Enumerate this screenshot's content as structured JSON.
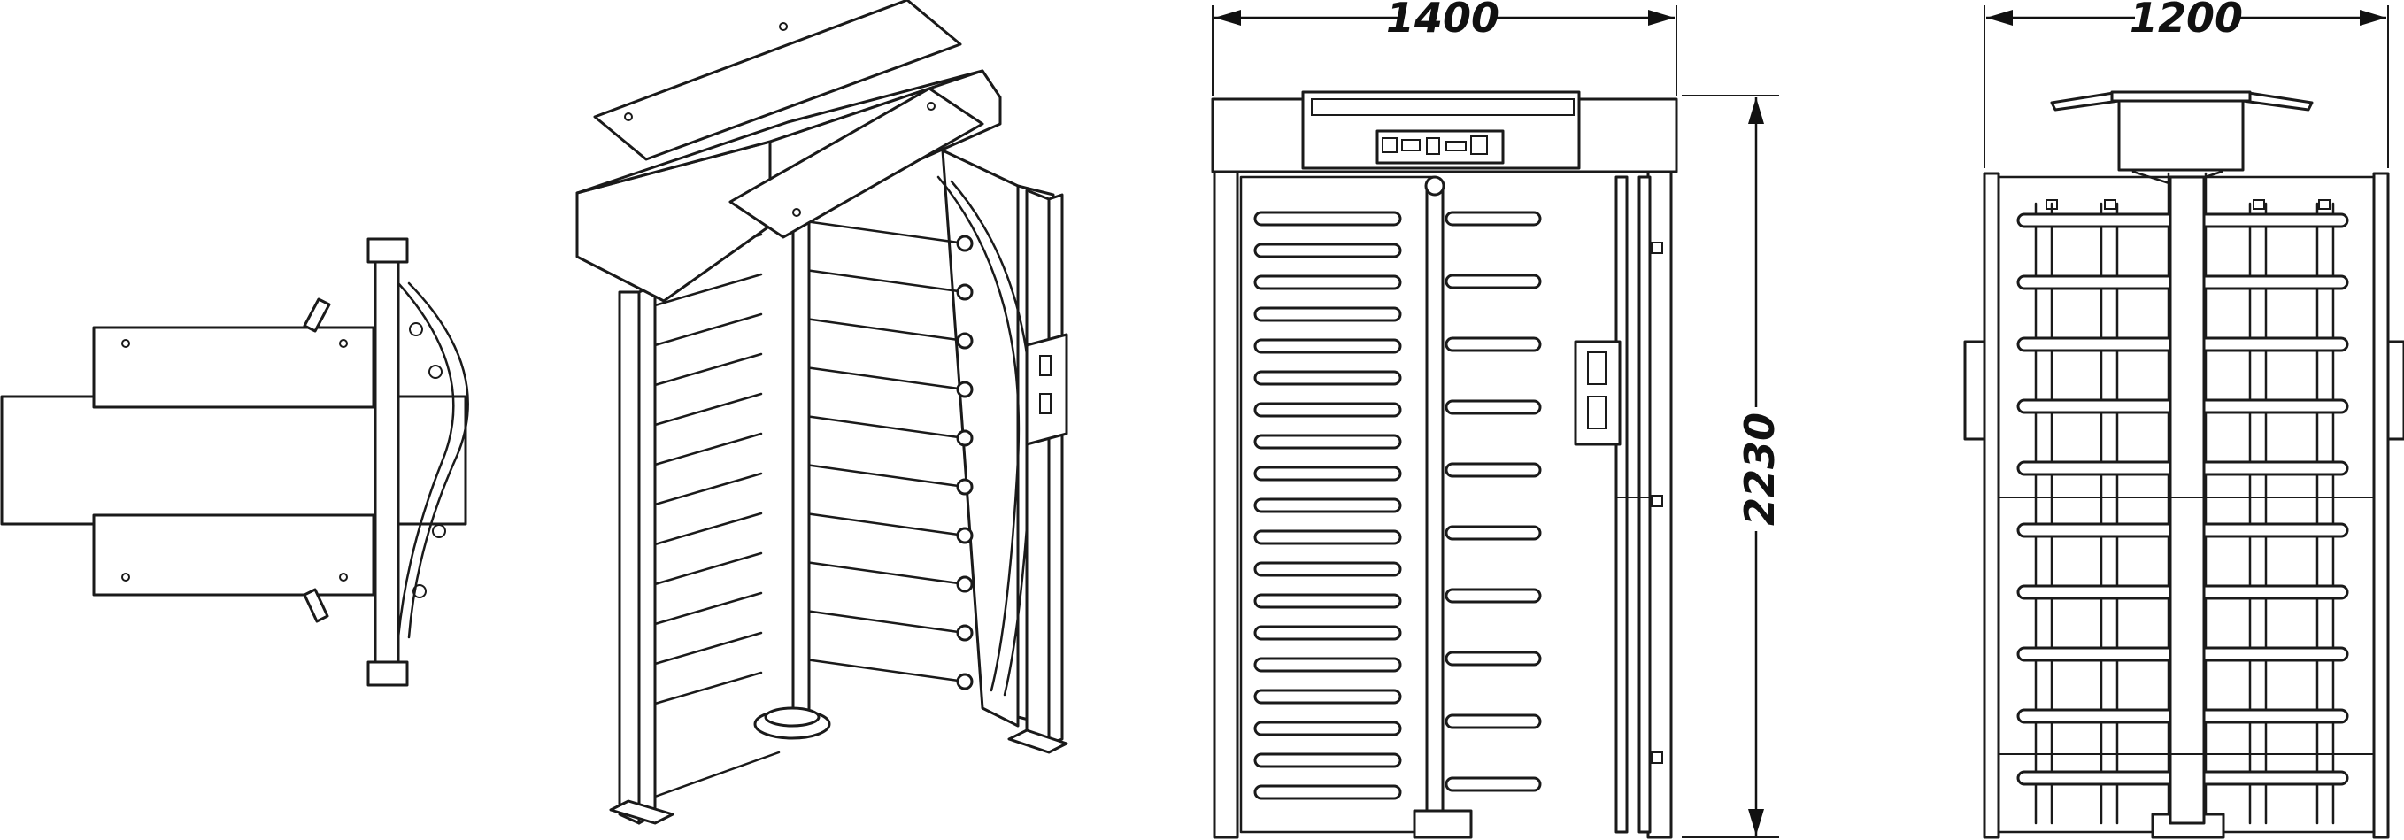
{
  "dimensions": {
    "front_width": "1400",
    "side_width": "1200",
    "height": "2230"
  },
  "colors": {
    "line": "#1a1a1a",
    "background": "#ffffff"
  }
}
